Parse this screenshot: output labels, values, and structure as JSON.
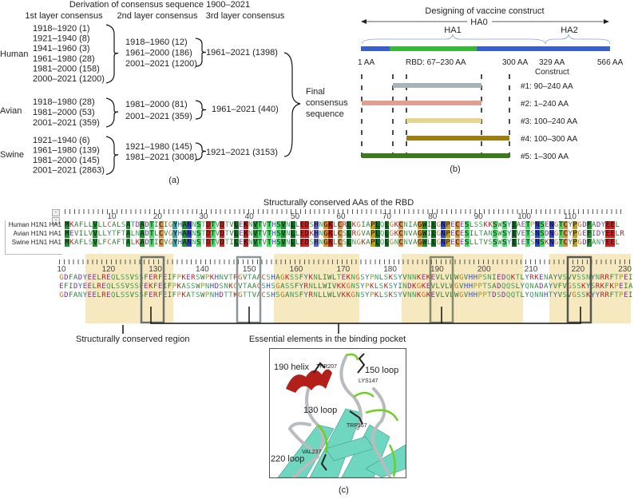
{
  "panel_a": {
    "title": "Derivation of consensus sequence 1900–2021",
    "headers": [
      "1st layer consensus",
      "2nd layer consensus",
      "3rd layer consensus"
    ],
    "groups": [
      {
        "label": "Human",
        "first": [
          "1918–1920 (1)",
          "1921–1940 (8)",
          "1941–1960 (3)",
          "1961–1980 (28)",
          "1981–2000 (158)",
          "2000–2021 (1200)"
        ],
        "second": [
          "1918–1960 (12)",
          "1961–2000 (186)",
          "2001–2021 (1200)"
        ],
        "third": "1961–2021 (1398)"
      },
      {
        "label": "Avian",
        "first": [
          "1918–1980 (28)",
          "1981–2000 (53)",
          "2001–2021 (359)"
        ],
        "second": [
          "1981–2000 (81)",
          "2001–2021 (359)"
        ],
        "third": "1961–2021 (440)"
      },
      {
        "label": "Swine",
        "first": [
          "1921–1940 (6)",
          "1961–1980 (139)",
          "1981–2000 (145)",
          "2001–2021 (2863)"
        ],
        "second": [
          "1921–1980 (145)",
          "1981–2021 (3008)"
        ],
        "third": "1921–2021 (3153)"
      }
    ],
    "final": [
      "Final",
      "consensus",
      "sequence"
    ],
    "caption": "(a)"
  },
  "panel_b": {
    "title": "Designing of vaccine construct",
    "ha0": "HA0",
    "ha1": "HA1",
    "ha2": "HA2",
    "positions": [
      "1 AA",
      "RBD: 67–230 AA",
      "300 AA",
      "329 AA",
      "566 AA"
    ],
    "construct_label": "Construct",
    "constructs": [
      {
        "label": "#1: 90–240 AA",
        "start": 90,
        "end": 240,
        "color": "#a7b3b7"
      },
      {
        "label": "#2: 1–240 AA",
        "start": 1,
        "end": 240,
        "color": "#e0a090"
      },
      {
        "label": "#3: 100–240 AA",
        "start": 100,
        "end": 240,
        "color": "#e8d590"
      },
      {
        "label": "#4: 100–300 AA",
        "start": 100,
        "end": 300,
        "color": "#9b7e12"
      },
      {
        "label": "#5: 1–300 AA",
        "start": 1,
        "end": 300,
        "color": "#3d7a1e"
      }
    ],
    "colors": {
      "ha_bar": "#3a5fc8",
      "rbd": "#38b838"
    },
    "caption": "(b)"
  },
  "panel_c": {
    "title": "Structurally conserved AAs of the RBD",
    "sequence_names": [
      "Human H1N1 HA1",
      "Avian H1N1 HA1",
      "Swine H1N1 HA1"
    ],
    "block1_ticks": [
      "10",
      "20",
      "30",
      "40",
      "50",
      "60",
      "70",
      "80",
      "90",
      "100",
      "110"
    ],
    "block1": [
      "MKAFLLVLLCALSATDADTICIGYHANNSTDTVDTVLEKNVTVTHSVNLLEDSHNGKLCRLKGIAPLQLGKCNIAGWILGNPECESLSSKKSWSYIAETPNSENGTCYPGDFADYEEL",
      "MEVILVVLLYTFTALNADTLCVGYHANNSTDTVDTVLEKNVTVTHSVNLLEDKHNGKLCSLRGVAPLQLGKCNVAGWILGNPECESILTANSWSYIVETSNSDNGTCYPGEFIDYEELR",
      "MKAFLSVLFCAFTALKADTICVGYHANNSTDTVDTILEKNVTVTHSVNLLEDSHNGKLCSLNGKAPLQLGNCNVAGWLLGNPECESLLTVSSWSYIIETSNSKNGTCYPGDFANYEEL"
    ],
    "block2_ticks": [
      "10",
      "120",
      "130",
      "140",
      "150",
      "160",
      "170",
      "180",
      "190",
      "200",
      "210",
      "220",
      "230"
    ],
    "block2": [
      "GDFADYEELREQLSSVSSFERFEIFPKERSWPKHNVTRGVTAACSHAGKSSFYKNLIWLTEKNGSYPNLSKSYVNNKEKEVLVLWGVHHPSNIEDQKTLYRKENAYVSVVSSNYNRRFTPEI",
      "EFIDYEELREQLSSVSSFEKFEIFPKASSWPNHDSNKGVTAACSHSGASSFYRNLLWIVKKGNSYPKLSKSYINDKGKEVLVLWGVHHPPTSADQQSLYQNADAYVFVGSSKYSRKFKPEIA",
      "GDFANYEELREQLSSVSSFERFEIFPKATSWPNHDTTKGTTVACSHSGANSFYRNLLWLVKKGNSYPKLSKSYVNNKGKEVLVLWGVHHPPTDSDQQTLYQNNHTYVSVGSSKYYRRFTPEI"
    ],
    "conserved_region_label": "Structurally conserved region",
    "binding_pocket_label": "Essential elements in the binding pocket",
    "structure_labels": [
      "190 helix",
      "THR207",
      "150 loop",
      "LYS147",
      "130 loop",
      "TRP167",
      "220 loop",
      "VAL237"
    ],
    "caption": "(c)",
    "colors": {
      "conserved_shade": "#f7e9bf",
      "box": "#6b7370",
      "sheet": "#6fd6c0",
      "helix": "#b3201a",
      "loop": "#b8bcbe"
    }
  }
}
